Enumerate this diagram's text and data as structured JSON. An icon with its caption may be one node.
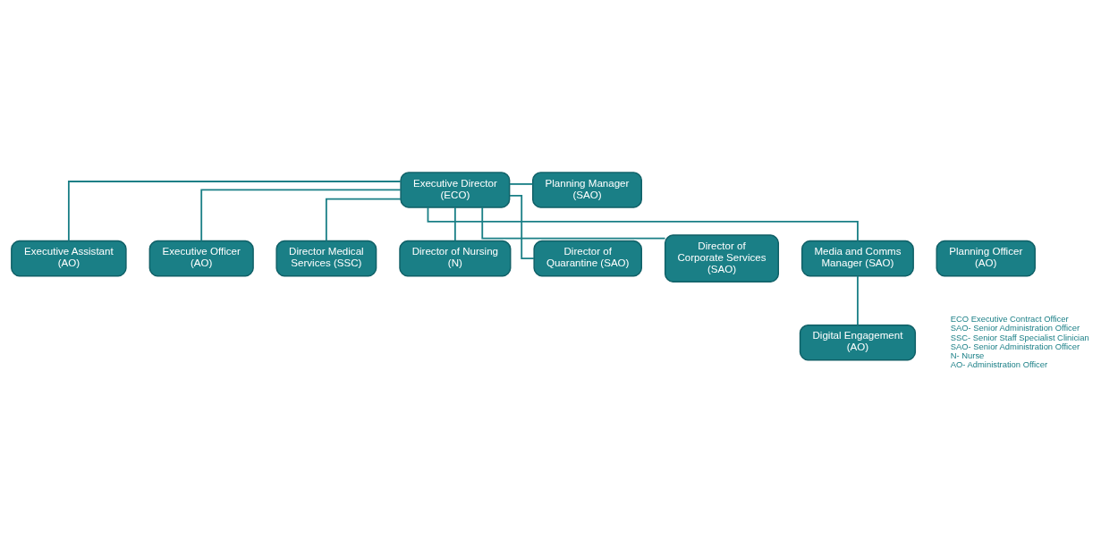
{
  "diagram": {
    "nodes": [
      {
        "text": [
          "Executive Director (ECO)"
        ]
      },
      {
        "text": [
          "Planning Manager (SAO)"
        ]
      },
      {
        "text": [
          "Executive Assistant (AO)"
        ]
      },
      {
        "text": [
          "Executive Officer (AO)"
        ]
      },
      {
        "text": [
          "Planning Officer (AO)"
        ]
      },
      {
        "text": [
          "Director Medical Services (SSC)"
        ]
      },
      {
        "text": [
          "Director of Nursing (N)"
        ]
      },
      {
        "text": [
          "Director of Quarantine (SAO)"
        ]
      },
      {
        "text": [
          "Director of Corporate Services (SAO)"
        ]
      },
      {
        "text": [
          "Media and Comms Manager (SAO)"
        ]
      },
      {
        "text": [
          "Digital Engagement (AO)"
        ]
      }
    ],
    "edges": [
      {
        "from": 0,
        "to": 1,
        "arrow": "none"
      },
      {
        "from": 0,
        "to": 2,
        "arrow": "none"
      },
      {
        "from": 0,
        "to": 3,
        "arrow": "none"
      },
      {
        "from": 0,
        "to": 5,
        "arrow": "none"
      },
      {
        "from": 0,
        "to": 6,
        "arrow": "none"
      },
      {
        "from": 0,
        "to": 7,
        "arrow": "none"
      },
      {
        "from": 0,
        "to": 8,
        "arrow": "none"
      },
      {
        "from": 0,
        "to": 9,
        "arrow": "none"
      },
      {
        "from": 9,
        "to": 10,
        "arrow": "none"
      }
    ],
    "labels": [
      "ECO Executive Contract Officer",
      "SAO- Senior Administration Officer",
      "SSC- Senior Staff Specialist Clinician",
      "SAO- Senior Administration Officer",
      "N- Nurse",
      "AO- Administration Officer"
    ]
  }
}
